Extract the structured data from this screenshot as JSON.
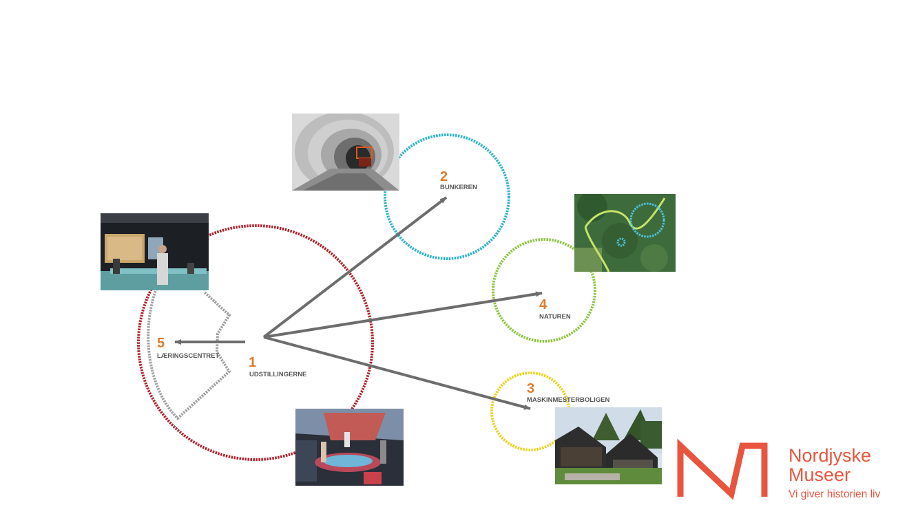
{
  "stations": [
    {
      "number": "1",
      "label": "UDSTILLINGERNE"
    },
    {
      "number": "2",
      "label": "BUNKEREN"
    },
    {
      "number": "3",
      "label": "MASKINMESTERBOLIGEN"
    },
    {
      "number": "4",
      "label": "NATUREN"
    },
    {
      "number": "5",
      "label": "LÆRINGSCENTRET"
    }
  ],
  "logo": {
    "name_line1": "Nordjyske",
    "name_line2": "Museer",
    "tagline": "Vi giver historien liv"
  },
  "colors": {
    "udstillingerne": "#b3202a",
    "bunkeren": "#2bb5c9",
    "naturen": "#8dc63f",
    "maskinmesterboligen": "#ecd21c",
    "laeringscentret": "#a0a0a0",
    "arrow": "#6d6d6d",
    "number": "#e07b2a",
    "logo": "#e8553e"
  }
}
